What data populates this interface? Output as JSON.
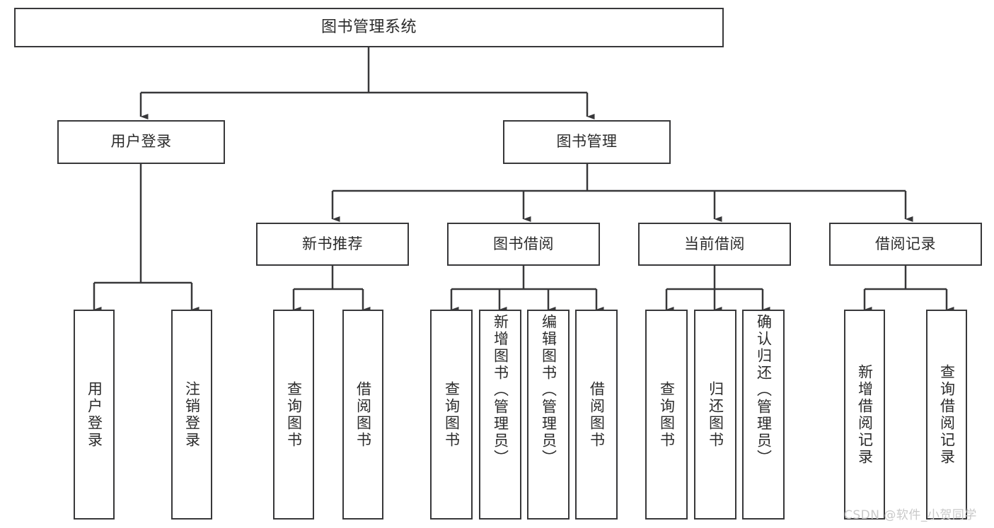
{
  "diagram": {
    "title": "图书管理系统",
    "type": "tree",
    "watermark": "CSDN @软件_小贺同学",
    "colors": {
      "stroke": "#38383a",
      "fill": "#ffffff",
      "text": "#2b2b2b",
      "watermark": "#c9c9c9"
    },
    "levels": {
      "level2": [
        {
          "id": "user-login",
          "label": "用户登录"
        },
        {
          "id": "book-management",
          "label": "图书管理"
        }
      ],
      "level3": [
        {
          "id": "new-book-recommend",
          "label": "新书推荐"
        },
        {
          "id": "book-borrow",
          "label": "图书借阅"
        },
        {
          "id": "current-borrow",
          "label": "当前借阅"
        },
        {
          "id": "borrow-record",
          "label": "借阅记录"
        }
      ],
      "leaves": [
        {
          "id": "leaf-user-login",
          "label": "用户登录"
        },
        {
          "id": "leaf-user-logout",
          "label": "注销登录"
        },
        {
          "id": "leaf-query-book-1",
          "label": "查询图书"
        },
        {
          "id": "leaf-borrow-book-1",
          "label": "借阅图书"
        },
        {
          "id": "leaf-query-book-2",
          "label": "查询图书"
        },
        {
          "id": "leaf-add-book",
          "label": "新增图书（管理员）"
        },
        {
          "id": "leaf-edit-book",
          "label": "编辑图书（管理员）"
        },
        {
          "id": "leaf-borrow-book-2",
          "label": "借阅图书"
        },
        {
          "id": "leaf-query-book-3",
          "label": "查询图书"
        },
        {
          "id": "leaf-return-book",
          "label": "归还图书"
        },
        {
          "id": "leaf-confirm-return",
          "label": "确认归还（管理员）"
        },
        {
          "id": "leaf-add-record",
          "label": "新增借阅记录"
        },
        {
          "id": "leaf-query-record",
          "label": "查询借阅记录"
        }
      ]
    }
  }
}
